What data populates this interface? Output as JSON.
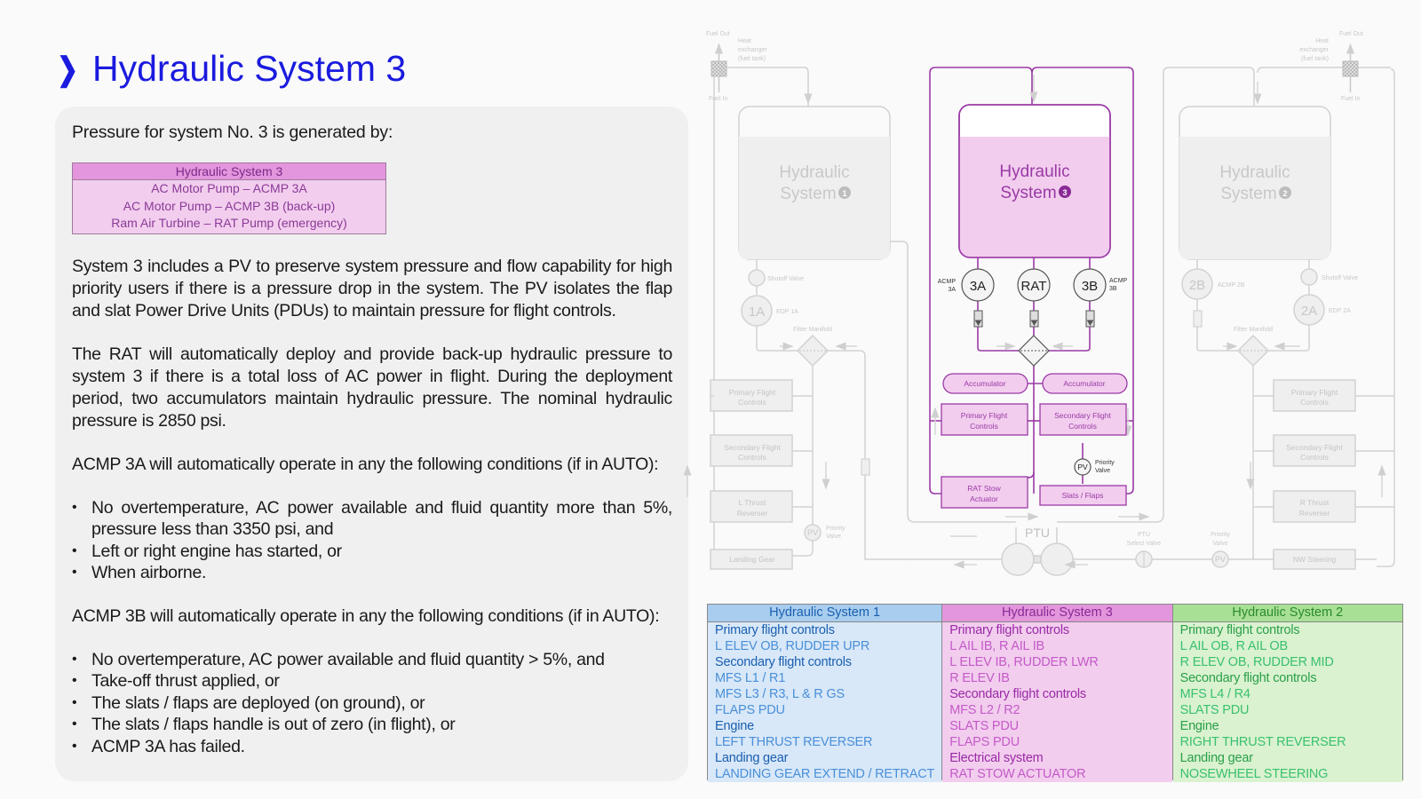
{
  "header": {
    "chevron_icon": "chevron-right-icon",
    "title": "Hydraulic System 3"
  },
  "panel": {
    "intro": "Pressure for system No. 3 is generated by:",
    "generation_table": {
      "header": "Hydraulic System 3",
      "rows": [
        "AC Motor Pump – ACMP 3A",
        "AC Motor Pump – ACMP 3B (back-up)",
        "Ram Air Turbine – RAT Pump (emergency)"
      ]
    },
    "paragraph_pv": "System 3 includes a PV to preserve system pressure and flow capability for high priority users if there is a pressure drop in the system. The PV isolates the flap and slat Power Drive Units (PDUs) to maintain pressure for flight controls.",
    "paragraph_rat": "The RAT will automatically deploy and provide back-up hydraulic pressure to system 3 if there is a total loss of AC power in flight. During the deployment period, two accumulators maintain hydraulic pressure. The nominal hydraulic pressure is 2850 psi.",
    "acmp3a_heading": "ACMP 3A will automatically operate in any the following conditions (if in AUTO):",
    "acmp3a_conditions": [
      "No overtemperature, AC power available and fluid quantity more than 5%, pressure less than 3350 psi, and",
      "Left or right engine has started, or",
      "When airborne."
    ],
    "acmp3b_heading": "ACMP 3B will automatically operate in any the following conditions (if in AUTO):",
    "acmp3b_conditions": [
      "No overtemperature, AC power available and fluid quantity > 5%, and",
      "Take-off thrust applied, or",
      "The slats / flaps are deployed (on ground), or",
      "The slats / flaps handle is out of zero (in flight), or",
      "ACMP 3A has failed."
    ]
  },
  "diagram": {
    "colors": {
      "active": "#9a3aa6",
      "active_fill": "#f2cdee",
      "inactive": "#cfcfcf",
      "inactive_fill": "#efefef"
    },
    "fuel_out": "Fuel Out",
    "fuel_in": "Fuel In",
    "heat_exchanger": [
      "Heat",
      "exchanger",
      "(fuel tank)"
    ],
    "system1": {
      "reservoir": [
        "Hydraulic",
        "System"
      ],
      "badge": "1",
      "shutoff_valve": "Shutoff Valve",
      "edp": "1A",
      "edp_label": "EDP 1A",
      "filter_manifold": "Filter Manifold",
      "consumers": [
        [
          "Primary Flight",
          "Controls"
        ],
        [
          "Secondary Flight",
          "Controls"
        ],
        [
          "L Thrust",
          "Reverser"
        ],
        [
          "Landing Gear"
        ]
      ],
      "priority_valve": "PV",
      "priority_valve_label": [
        "Priority",
        "Valve"
      ]
    },
    "system3": {
      "reservoir": [
        "Hydraulic",
        "System"
      ],
      "badge": "3",
      "pumps": [
        "3A",
        "RAT",
        "3B"
      ],
      "acmp3a_label": [
        "ACMP",
        "3A"
      ],
      "acmp3b_label": [
        "ACMP",
        "3B"
      ],
      "accumulators": [
        "Accumulator",
        "Accumulator"
      ],
      "consumers": [
        [
          "Primary Flight",
          "Controls"
        ],
        [
          "Secondary Flight",
          "Controls"
        ],
        [
          "RAT Stow",
          "Actuator"
        ],
        [
          "Slats / Flaps"
        ]
      ],
      "priority_valve": "PV",
      "priority_valve_label": [
        "Priority",
        "Valve"
      ]
    },
    "system2": {
      "reservoir": [
        "Hydraulic",
        "System"
      ],
      "badge": "2",
      "acmp": "2B",
      "acmp_label": "ACMP 2B",
      "shutoff_valve": "Shutoff Valve",
      "edp": "2A",
      "edp_label": "EDP 2A",
      "filter_manifold": "Filter Manifold",
      "consumers": [
        [
          "Primary Flight",
          "Controls"
        ],
        [
          "Secondary Flight",
          "Controls"
        ],
        [
          "R Thrust",
          "Reverser"
        ],
        [
          "NW Steering"
        ]
      ],
      "priority_valve": "PV",
      "priority_valve_label": [
        "Priority",
        "Valve"
      ]
    },
    "ptu": "PTU",
    "ptu_select_valve": [
      "PTU",
      "Select Valve"
    ]
  },
  "systems_table": [
    {
      "header": "Hydraulic System 1",
      "items": [
        {
          "text": "Primary flight controls",
          "kind": "h"
        },
        {
          "text": "L ELEV OB, RUDDER UPR",
          "kind": "v"
        },
        {
          "text": "Secondary flight controls",
          "kind": "h"
        },
        {
          "text": "MFS L1 / R1",
          "kind": "v"
        },
        {
          "text": "MFS L3 / R3, L & R GS",
          "kind": "v"
        },
        {
          "text": "FLAPS PDU",
          "kind": "v"
        },
        {
          "text": "Engine",
          "kind": "h"
        },
        {
          "text": "LEFT THRUST REVERSER",
          "kind": "v"
        },
        {
          "text": "Landing gear",
          "kind": "h"
        },
        {
          "text": "LANDING GEAR EXTEND / RETRACT",
          "kind": "v"
        }
      ]
    },
    {
      "header": "Hydraulic System 3",
      "items": [
        {
          "text": "Primary flight controls",
          "kind": "h"
        },
        {
          "text": "L AIL IB, R AIL IB",
          "kind": "v"
        },
        {
          "text": "L ELEV IB, RUDDER LWR",
          "kind": "v"
        },
        {
          "text": "R ELEV IB",
          "kind": "v"
        },
        {
          "text": "Secondary flight controls",
          "kind": "h"
        },
        {
          "text": "MFS L2 / R2",
          "kind": "v"
        },
        {
          "text": "SLATS PDU",
          "kind": "v"
        },
        {
          "text": "FLAPS PDU",
          "kind": "v"
        },
        {
          "text": "Electrical system",
          "kind": "h"
        },
        {
          "text": "RAT STOW ACTUATOR",
          "kind": "v"
        }
      ]
    },
    {
      "header": "Hydraulic System 2",
      "items": [
        {
          "text": "Primary flight controls",
          "kind": "h"
        },
        {
          "text": "L AIL OB, R AIL OB",
          "kind": "v"
        },
        {
          "text": "R ELEV OB, RUDDER MID",
          "kind": "v"
        },
        {
          "text": "Secondary flight controls",
          "kind": "h"
        },
        {
          "text": "MFS L4 / R4",
          "kind": "v"
        },
        {
          "text": "SLATS PDU",
          "kind": "v"
        },
        {
          "text": "Engine",
          "kind": "h"
        },
        {
          "text": "RIGHT THRUST REVERSER",
          "kind": "v"
        },
        {
          "text": "Landing gear",
          "kind": "h"
        },
        {
          "text": "NOSEWHEEL STEERING",
          "kind": "v"
        }
      ]
    }
  ]
}
